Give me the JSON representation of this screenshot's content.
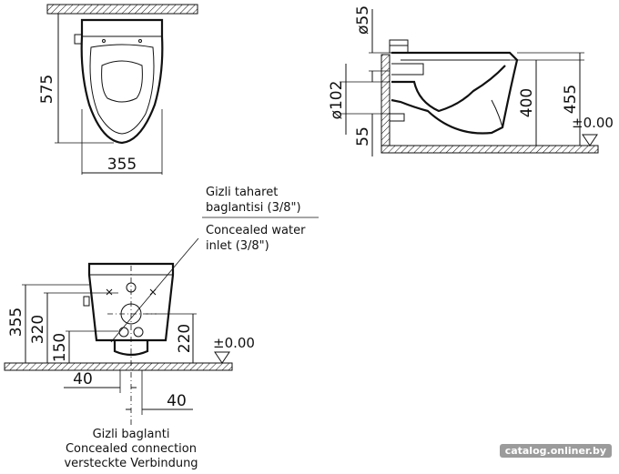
{
  "top_view": {
    "depth": "575",
    "width": "355"
  },
  "side_view": {
    "pipe_top": "ø55",
    "pipe_outlet": "ø102",
    "height_a": "400",
    "height_b": "455",
    "bottom_offset": "55",
    "floor_level": "±0.00"
  },
  "front_view": {
    "height_total": "355",
    "height_outlet": "320",
    "height_low": "150",
    "height_inlet": "220",
    "offset_left": "40",
    "offset_right": "40",
    "floor_level": "±0.00",
    "inlet_note_tr_1": "Gizli taharet",
    "inlet_note_tr_2": "baglantisi (3/8\")",
    "inlet_note_en_1": "Concealed water",
    "inlet_note_en_2": "inlet (3/8\")",
    "conn_tr": "Gizli baglanti",
    "conn_en": "Concealed connection",
    "conn_de": "versteckte Verbindung"
  },
  "watermark": "catalog.onliner.by"
}
